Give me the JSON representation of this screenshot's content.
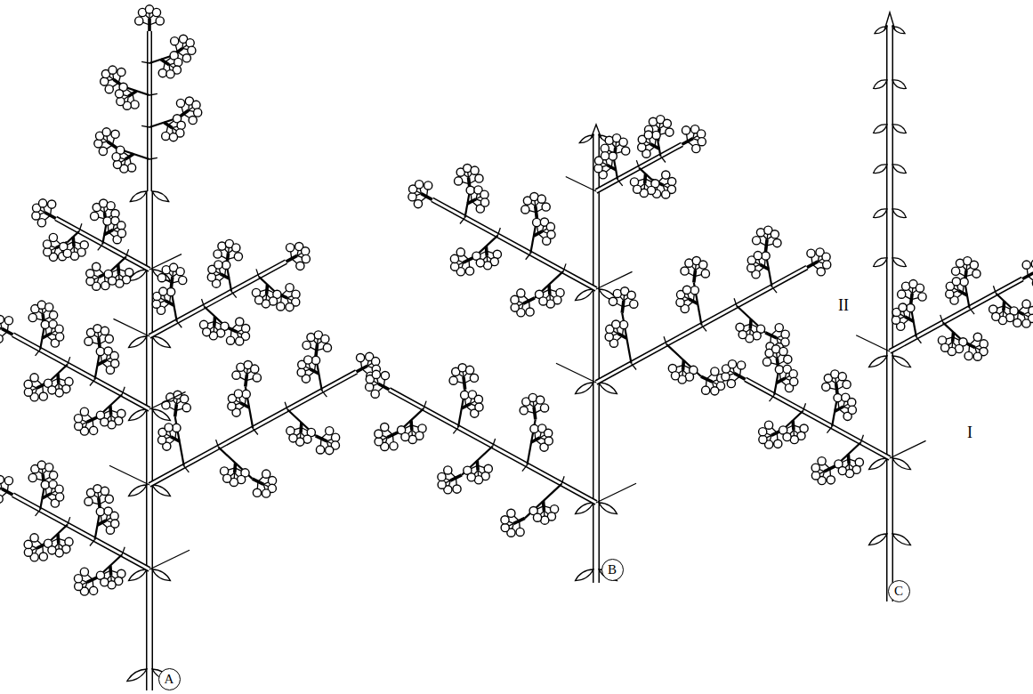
{
  "diagram": {
    "nodes": [
      {
        "text": [
          "A"
        ]
      },
      {
        "text": [
          "B"
        ]
      },
      {
        "text": [
          "C"
        ]
      }
    ],
    "labels": [
      "II",
      "I"
    ]
  }
}
